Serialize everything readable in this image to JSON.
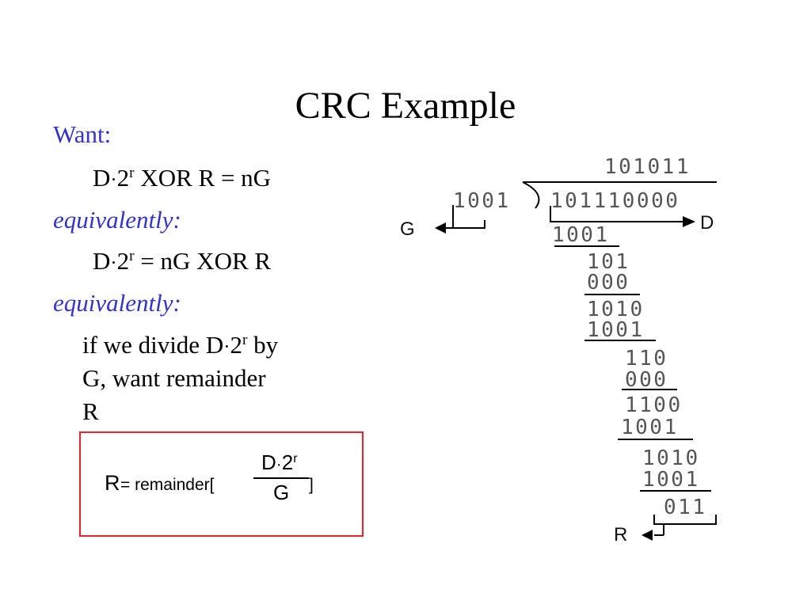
{
  "slide": {
    "title": "CRC Example",
    "want_label": "Want:",
    "line1": {
      "pre": "D",
      "dot": "·",
      "base": "2",
      "exp": "r",
      "post": " XOR R = nG"
    },
    "equiv1": "equivalently:",
    "line2": {
      "pre": "D",
      "dot": "·",
      "base": "2",
      "exp": "r",
      "post": " = nG XOR R"
    },
    "equiv2": "equivalently:",
    "line3": {
      "pre": "if we divide D",
      "dot": "·",
      "base": "2",
      "exp": "r",
      "post": " by"
    },
    "line4": "G, want remainder",
    "line5": "R"
  },
  "formula": {
    "lhs": "R",
    "mid": " = remainder[",
    "num_pre": "D",
    "num_dot": "·",
    "num_base": "2",
    "num_exp": "r",
    "den": "G",
    "close": " ]"
  },
  "division": {
    "quotient": "101011",
    "divisor": "1001",
    "dividend": "101110000",
    "steps": [
      "1001",
      "101",
      "000",
      "1010",
      "1001",
      "110",
      "000",
      "1100",
      "1001",
      "1010",
      "1001",
      "011"
    ],
    "label_g": "G",
    "label_d": "D",
    "label_r": "R"
  },
  "colors": {
    "accent_blue": "#3333cc",
    "box_red": "#e8232b",
    "digits_gray": "#555555"
  }
}
